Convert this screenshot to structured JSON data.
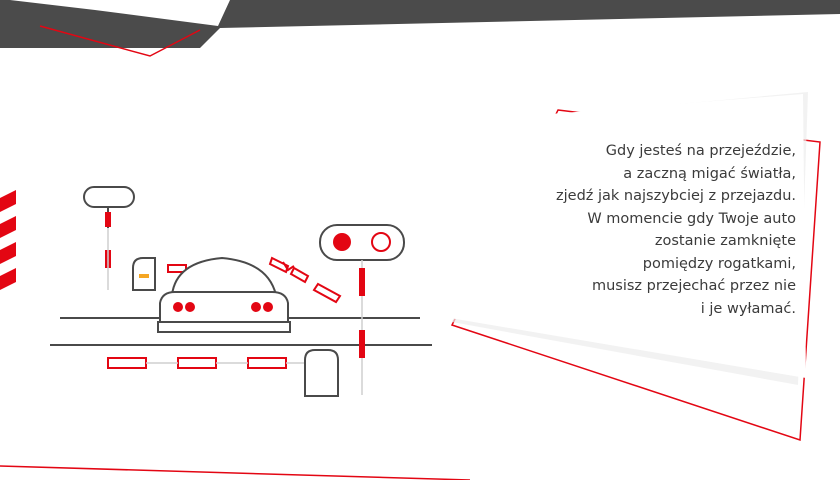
{
  "instruction": {
    "lines": [
      "Gdy jesteś na przejeździe,",
      "a zaczną migać światła,",
      "zjedź jak najszybciej z przejazdu.",
      "W momencie gdy Twoje auto",
      "zostanie zamknięte",
      "pomiędzy rogatkami,",
      "musisz przejechać przez nie",
      "i je wyłamać."
    ]
  },
  "colors": {
    "accent_red": "#e30613",
    "line_gray": "#4a4a4a",
    "header_dark": "#4b4b4b",
    "card_shadow": "#e9e9e9"
  },
  "icons": [
    "car-icon",
    "railway-barrier-icon",
    "traffic-signal-icon",
    "road-icon"
  ]
}
